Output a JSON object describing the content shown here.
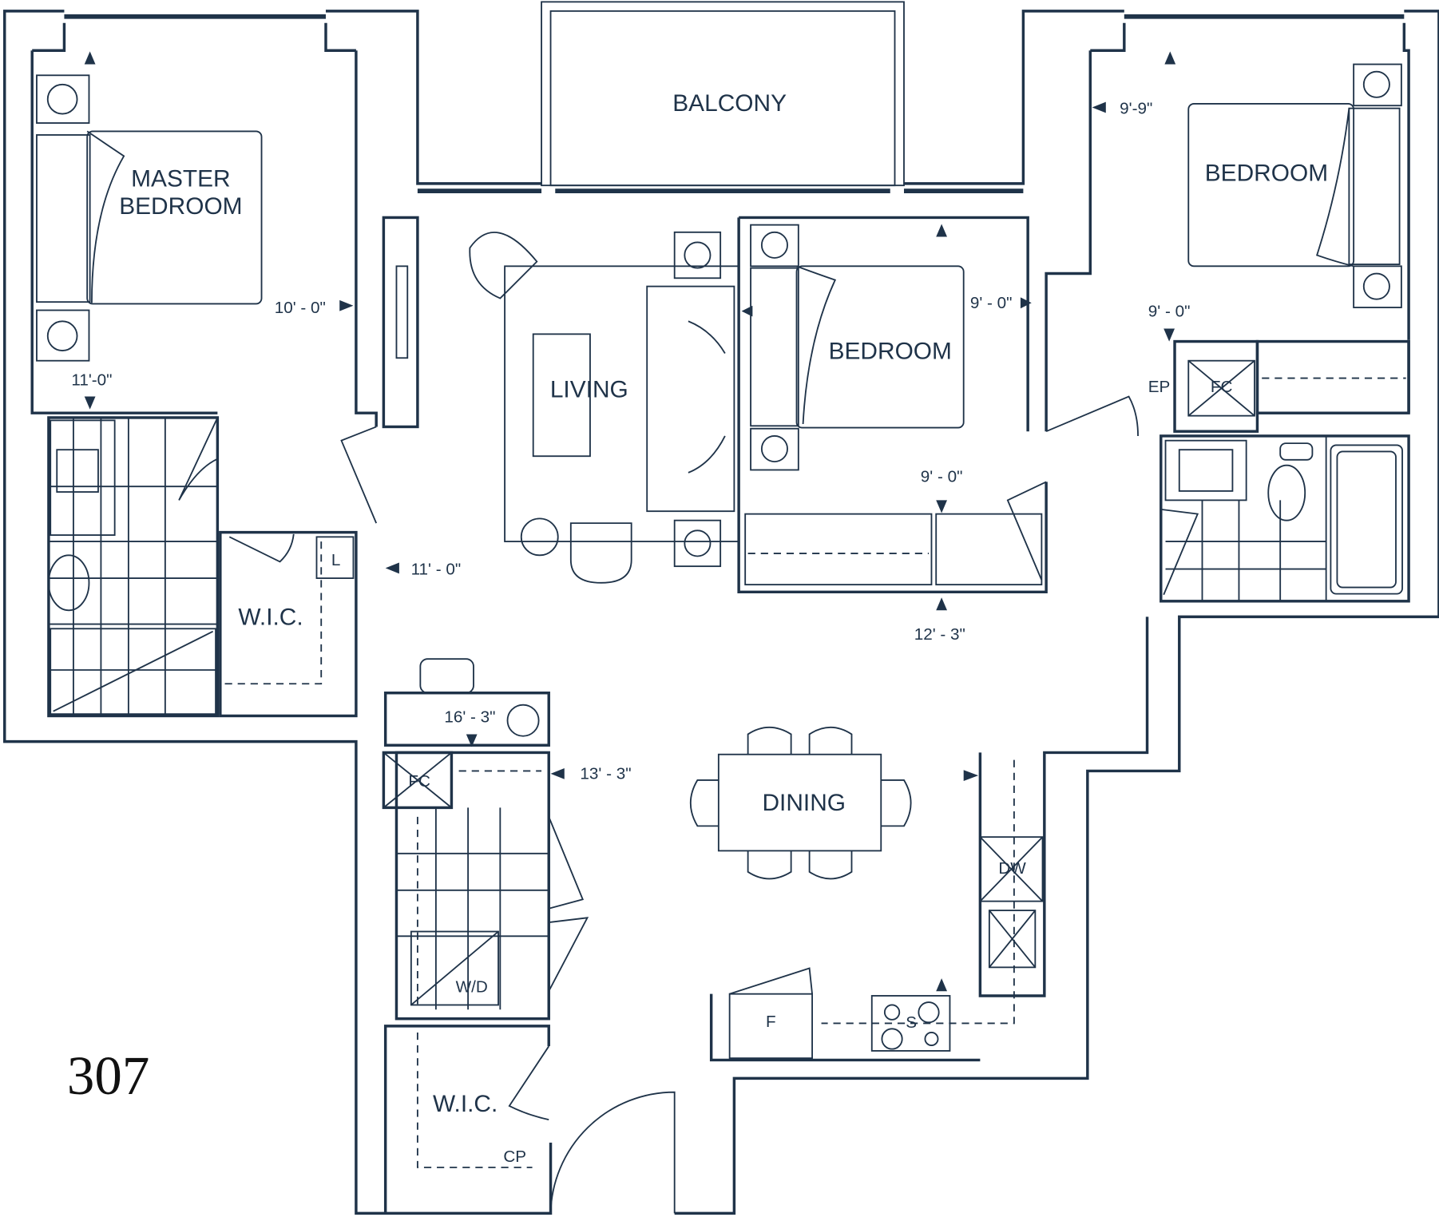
{
  "unit_number": "307",
  "rooms": {
    "balcony": "BALCONY",
    "master_bedroom_line1": "MASTER",
    "master_bedroom_line2": "BEDROOM",
    "living": "LIVING",
    "bedroom_middle": "BEDROOM",
    "bedroom_right": "BEDROOM",
    "dining": "DINING",
    "wic_master": "W.I.C.",
    "wic_entry": "W.I.C."
  },
  "fixtures": {
    "linen": "L",
    "fc_laundry": "FC",
    "washer_dryer": "W/D",
    "dishwasher": "DW",
    "fridge": "F",
    "stove": "S",
    "ep": "EP",
    "fc_bedroom": "FC",
    "cp": "CP"
  },
  "dimensions": {
    "master_width": "10' - 0\"",
    "master_length": "11'-0\"",
    "living_length": "11' - 0\"",
    "kitchen_length": "16' - 3\"",
    "kitchen_width": "13' - 3\"",
    "bedroom_mid_width": "9' - 0\"",
    "bedroom_mid_length": "9' - 0\"",
    "bedroom_mid_total": "12' - 3\"",
    "bedroom_right_width": "9'-9\"",
    "bedroom_right_length": "9' - 0\""
  },
  "colors": {
    "line": "#1f3349",
    "background": "#ffffff"
  }
}
